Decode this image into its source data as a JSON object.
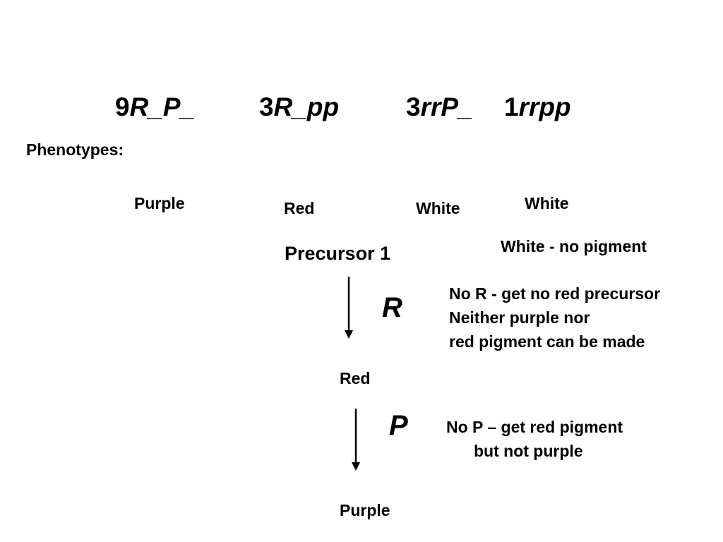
{
  "ratios": [
    {
      "count": "9",
      "genotype": "R_P_"
    },
    {
      "count": "3",
      "genotype": "R_pp"
    },
    {
      "count": "3",
      "genotype": "rrP_"
    },
    {
      "count": "1",
      "genotype": "rrpp"
    }
  ],
  "phenotypes_label": "Phenotypes:",
  "phenotypes": [
    "Purple",
    "Red",
    "White",
    "White"
  ],
  "pathway": {
    "precursor": "Precursor 1",
    "gene1": "R",
    "intermediate": "Red",
    "gene2": "P",
    "product": "Purple"
  },
  "notes": {
    "no_pigment": "White - no pigment",
    "no_r": [
      "No R - get no red precursor",
      "Neither purple nor",
      "red pigment can be made"
    ],
    "no_p": [
      "No P – get red pigment",
      "but not purple"
    ]
  }
}
